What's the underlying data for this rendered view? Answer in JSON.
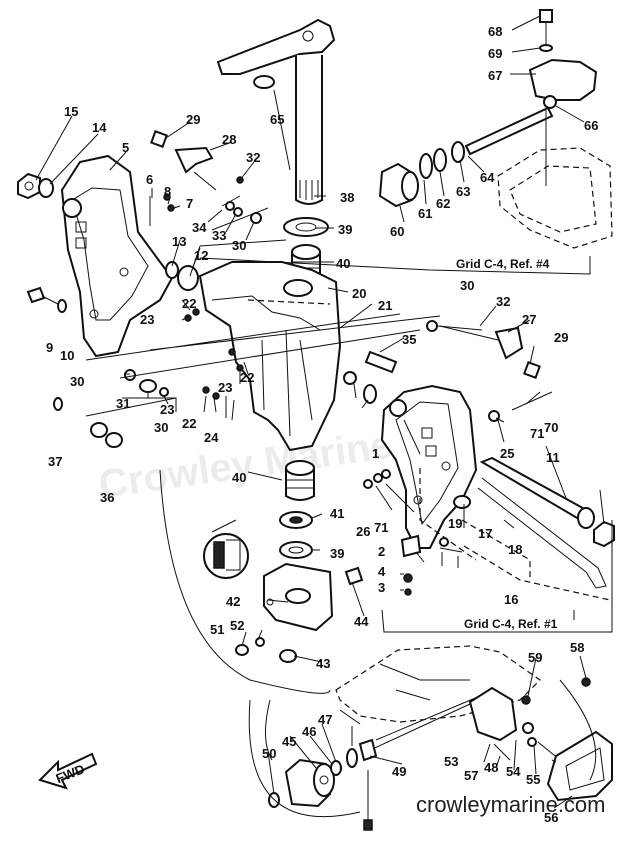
{
  "diagram": {
    "callouts": [
      "1",
      "2",
      "3",
      "4",
      "5",
      "6",
      "7",
      "8",
      "9",
      "10",
      "11",
      "12",
      "13",
      "14",
      "15",
      "16",
      "17",
      "18",
      "19",
      "20",
      "21",
      "22",
      "23",
      "24",
      "25",
      "26",
      "27",
      "28",
      "29",
      "30",
      "31",
      "32",
      "33",
      "34",
      "35",
      "36",
      "37",
      "38",
      "39",
      "40",
      "41",
      "42",
      "43",
      "44",
      "45",
      "46",
      "47",
      "48",
      "49",
      "50",
      "51",
      "52",
      "53",
      "54",
      "55",
      "56",
      "57",
      "58",
      "59",
      "60",
      "61",
      "62",
      "63",
      "64",
      "65",
      "66",
      "67",
      "68",
      "69",
      "70",
      "71"
    ],
    "grid_refs": {
      "ref4": "Grid C-4,  Ref. #4",
      "ref1": "Grid C-4,  Ref. #1"
    },
    "direction_label": "FWD",
    "watermark": "crowleymarine.com",
    "background_watermark": "Crowley Marine"
  }
}
